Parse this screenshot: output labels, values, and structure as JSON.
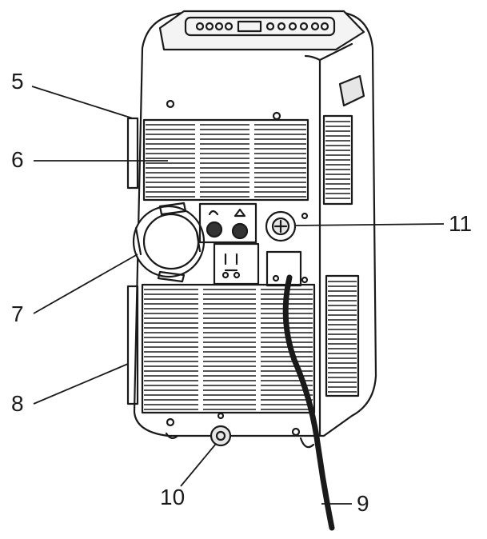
{
  "callouts": {
    "c5": "5",
    "c6": "6",
    "c7": "7",
    "c8": "8",
    "c9": "9",
    "c10": "10",
    "c11": "11"
  },
  "colors": {
    "ink": "#1a1a1a",
    "body": "#ffffff",
    "shade": "#e6e6e6"
  }
}
